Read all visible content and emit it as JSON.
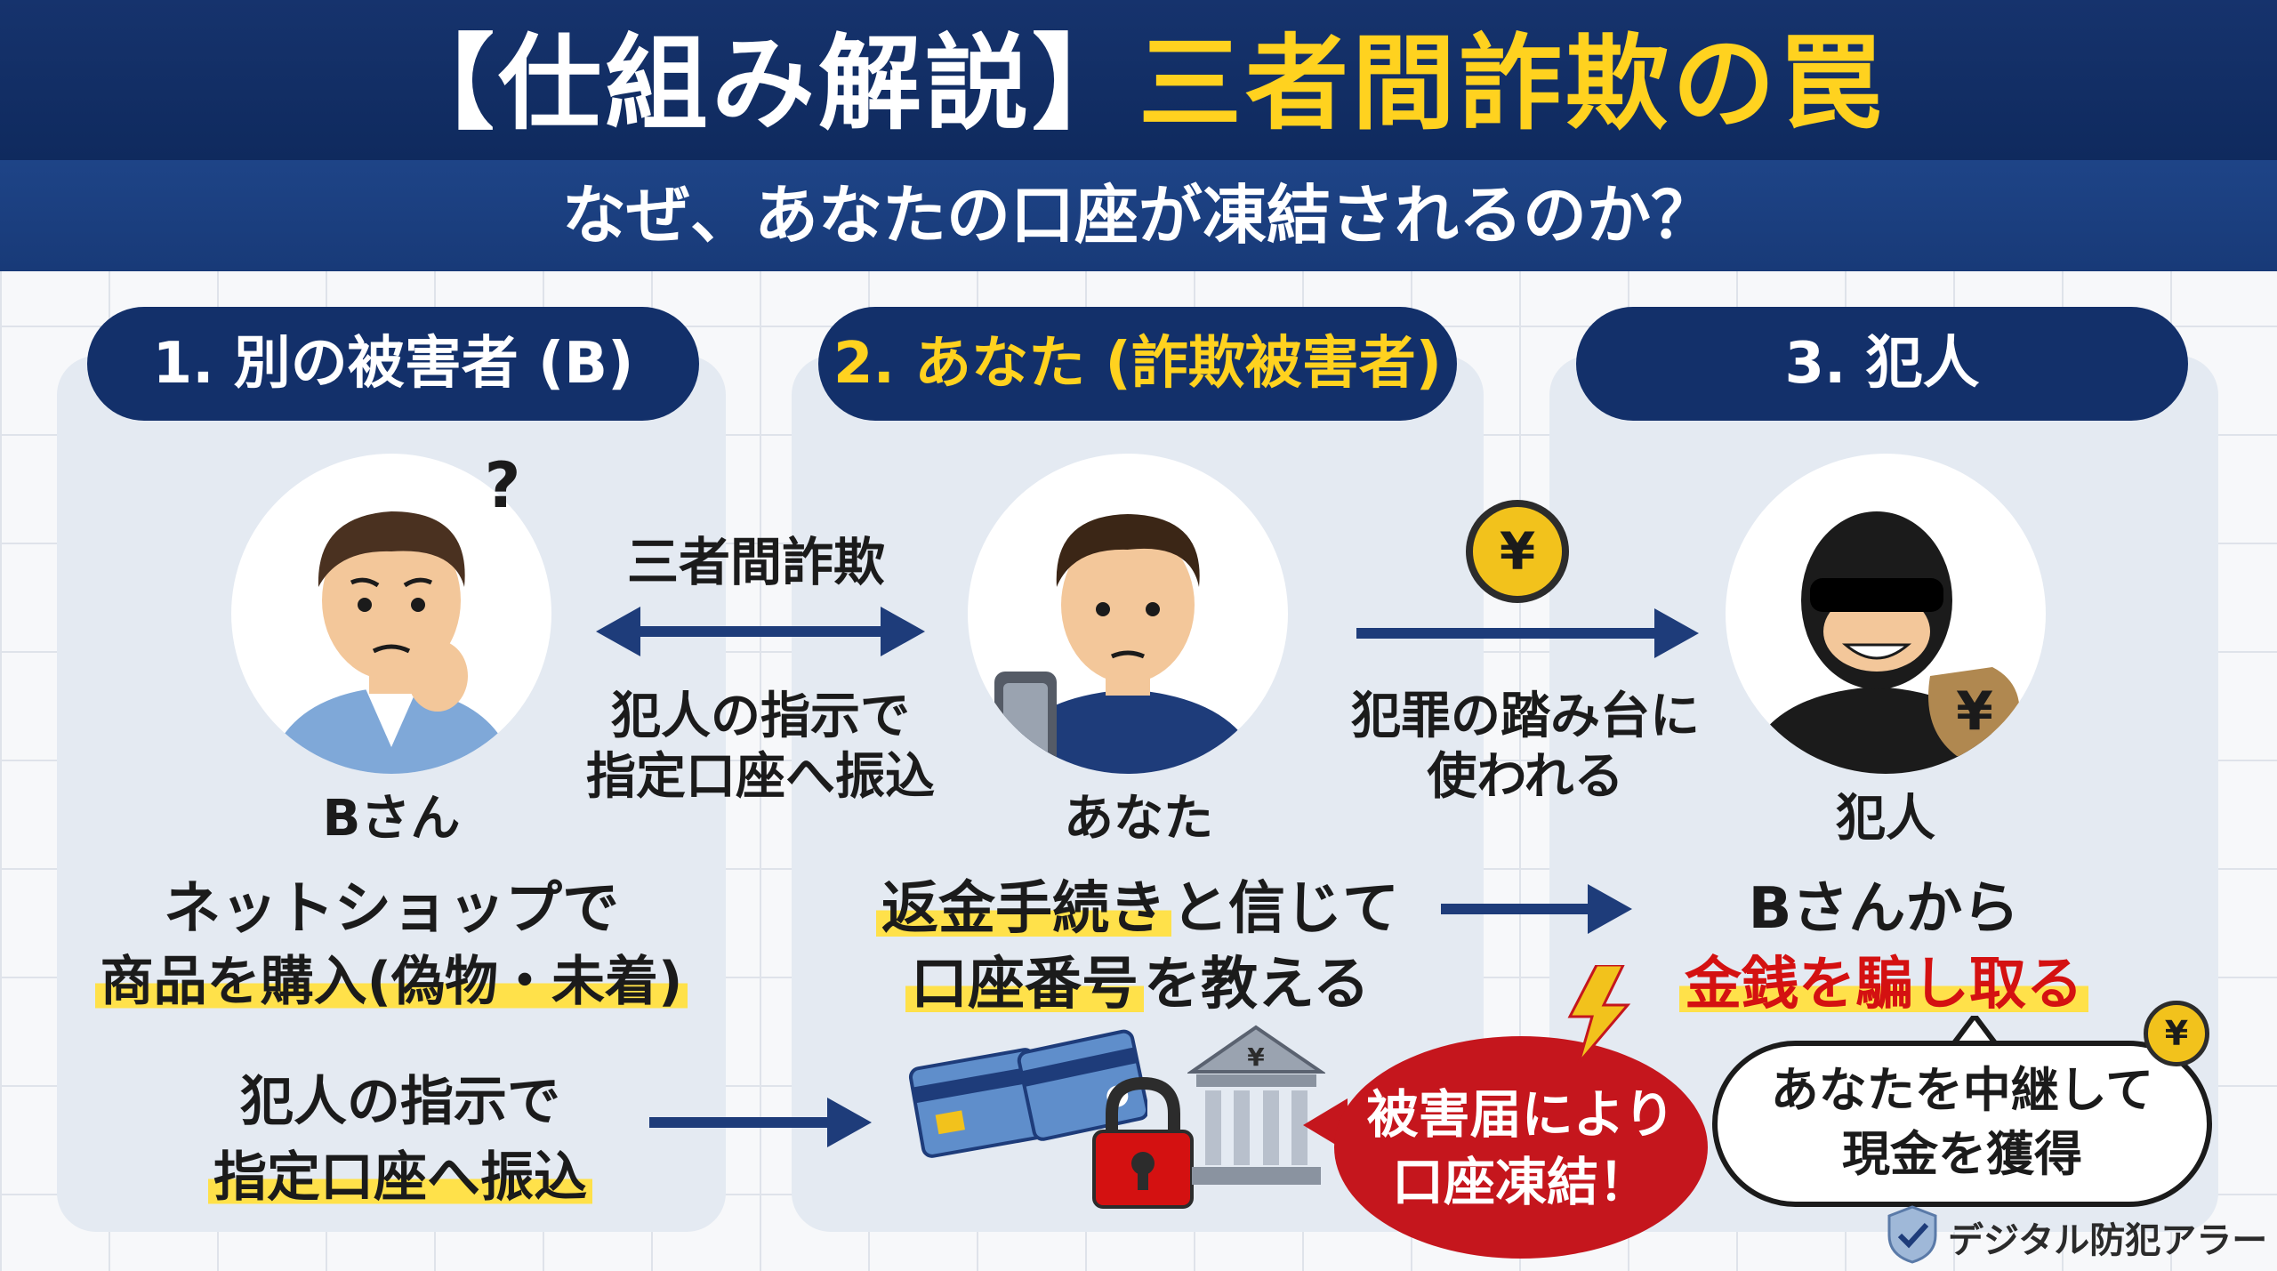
{
  "header": {
    "title_prefix": "【仕組み解説】",
    "title_main": "三者間詐欺の罠",
    "subtitle": "なぜ、あなたの口座が凍結されるのか？"
  },
  "columns": [
    {
      "heading": "1. 別の被害者 (B)",
      "person_label": "Bさん",
      "desc_line1": "ネットショップで",
      "desc_line2": "商品を購入(偽物・未着)",
      "action_line1": "犯人の指示で",
      "action_line2": "指定口座へ振込"
    },
    {
      "heading": "2. あなた (詐欺被害者)",
      "person_label": "あなた",
      "desc_line1_hl": "返金手続き",
      "desc_line1_rest": "と信じて",
      "desc_line2_hl": "口座番号",
      "desc_line2_rest": "を教える"
    },
    {
      "heading": "3. 犯人",
      "person_label": "犯人",
      "desc_line1": "Bさんから",
      "desc_line2": "金銭を騙し取る"
    }
  ],
  "arrows": {
    "left_top_label": "三者間詐欺",
    "left_bottom_line1": "犯人の指示で",
    "left_bottom_line2": "指定口座へ振込",
    "right_label_line1": "犯罪の踏み台に",
    "right_label_line2": "使われる"
  },
  "icons": {
    "yen_symbol": "¥",
    "question_mark": "?"
  },
  "freeze_bubble": {
    "line1": "被害届により",
    "line2": "口座凍結！"
  },
  "relay_bubble": {
    "line1": "あなたを中継して",
    "line2": "現金を獲得"
  },
  "brand": "デジタル防犯アラート",
  "colors": {
    "navy": "#13306a",
    "gold": "#ffd21f",
    "red": "#d41111",
    "highlight": "#ffe14a"
  }
}
